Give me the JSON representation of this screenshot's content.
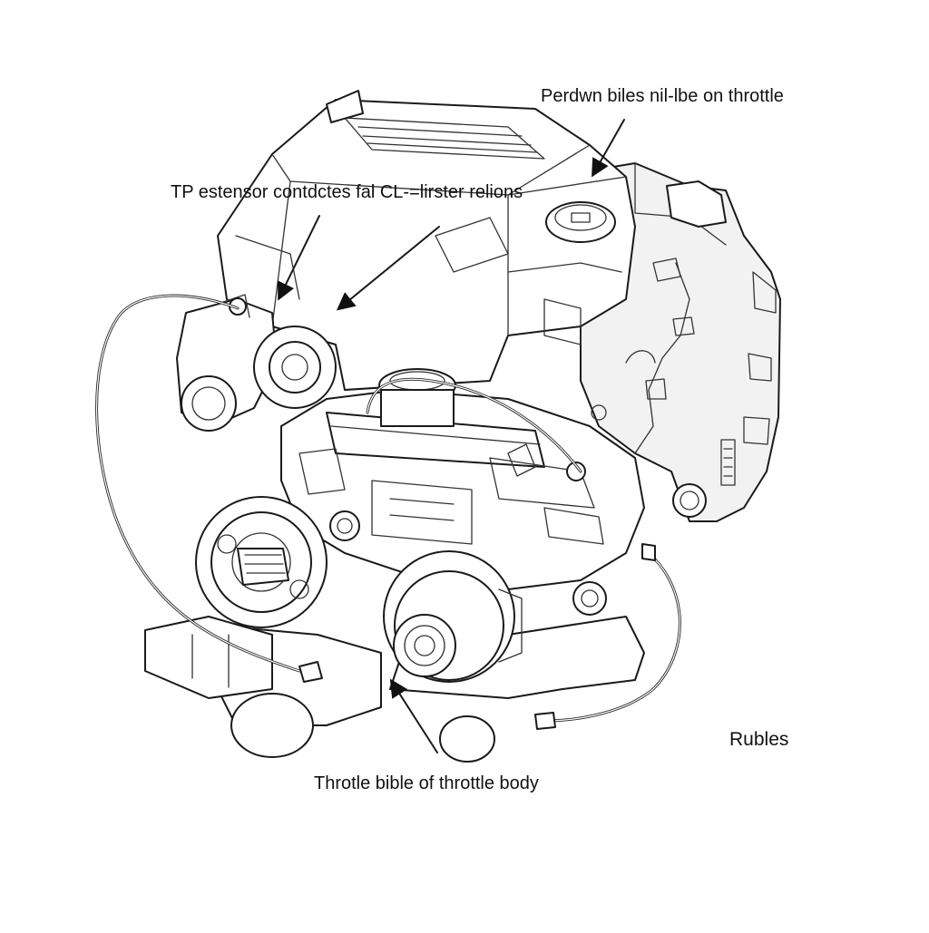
{
  "callouts": {
    "top_right": "Perdwn biles nil-lbe on throttle",
    "top_left": "TP estensor contdctes fal CL-=lirster relions",
    "bottom": "Throtle bible of throttle body",
    "side": "Rubles"
  },
  "colors": {
    "line": "#1a1a1a",
    "background": "#ffffff",
    "shade": "#f2f2f2"
  },
  "icons": [
    "engine-illustration",
    "callout-arrow"
  ]
}
